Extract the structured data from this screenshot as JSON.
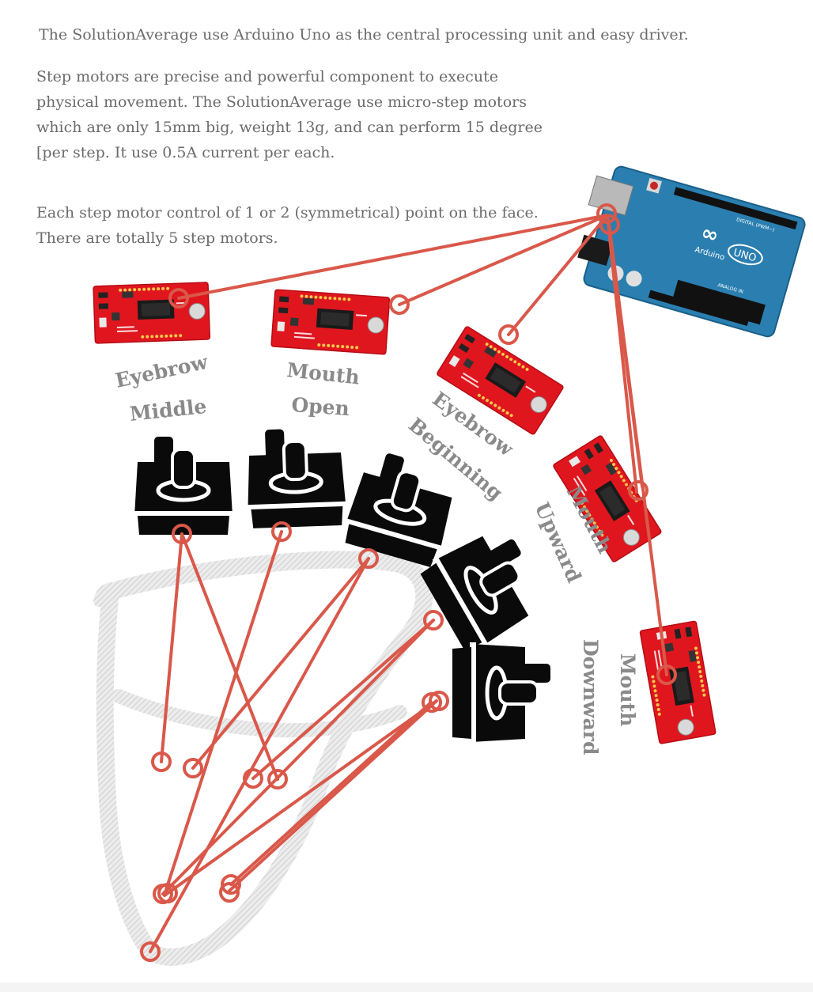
{
  "intro": "The SolutionAverage use Arduino Uno as the central processing unit and easy driver.",
  "paragraph1": {
    "line1": "Step motors are precise and powerful component to execute",
    "line2": "physical movement. The SolutionAverage use micro-step motors",
    "line3": "which are only 15mm big, weight 13g, and can perform 15 degree",
    "line4": "[per step. It use 0.5A current per each."
  },
  "paragraph2": {
    "line1": "Each step motor control of 1 or 2 (symmetrical) point on the face.",
    "line2": "There are totally 5 step motors."
  },
  "arduino": {
    "logo": "∞",
    "brand": "Arduino",
    "model": "UNO",
    "label_digital": "DIGITAL (PWM~)",
    "label_analog": "ANALOG IN"
  },
  "labels": {
    "eyebrow_middle_1": "Eyebrow",
    "eyebrow_middle_2": "Middle",
    "mouth_open_1": "Mouth",
    "mouth_open_2": "Open",
    "eyebrow_beginning_1": "Eyebrow",
    "eyebrow_beginning_2": "Beginning",
    "mouth_upward_1": "Mouth",
    "mouth_upward_2": "Upward",
    "mouth_downward_1": "Mouth",
    "mouth_downward_2": "Downward"
  },
  "colors": {
    "wire": "#d9584a",
    "driver_board": "#e0161f",
    "arduino_board": "#2a7fb0",
    "label_text": "#8a8a8a",
    "face_outline": "#d6d6d6",
    "motor": "#0a0a0a"
  }
}
